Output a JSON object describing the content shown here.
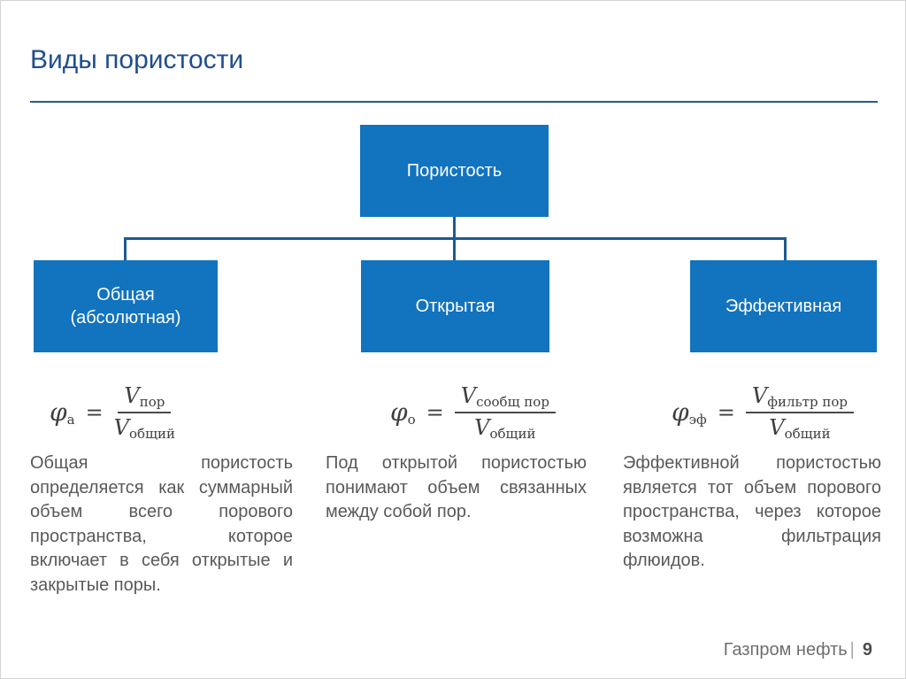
{
  "slide": {
    "title": "Виды пористости",
    "footer": {
      "brand": "Газпром нефть",
      "separator": "|",
      "page": "9"
    }
  },
  "colors": {
    "box_blue": "#1273BE",
    "connector_blue": "#1C5A94",
    "title_blue": "#1F4E8F",
    "body_text_gray": "#595959",
    "formula_gray": "#3F3F3F"
  },
  "diagram": {
    "root": {
      "label": "Пористость"
    },
    "children": [
      {
        "label": "Общая (абсолютная)"
      },
      {
        "label": "Открытая"
      },
      {
        "label": "Эффективная"
      }
    ]
  },
  "columns": [
    {
      "formula": {
        "lhs_base": "φ",
        "lhs_sub": "а",
        "relation": "=",
        "numerator_base": "V",
        "numerator_sub": "пор",
        "denominator_base": "V",
        "denominator_sub": "общий"
      },
      "description": "Общая пористость определяется как суммарный объем всего порового пространства, которое включает в себя открытые и закрытые поры."
    },
    {
      "formula": {
        "lhs_base": "φ",
        "lhs_sub": "о",
        "relation": "=",
        "numerator_base": "V",
        "numerator_sub": "сообщ пор",
        "denominator_base": "V",
        "denominator_sub": "общий"
      },
      "description": "Под открытой пористостью понимают объем связанных между собой пор."
    },
    {
      "formula": {
        "lhs_base": "φ",
        "lhs_sub": "эф",
        "relation": "=",
        "numerator_base": "V",
        "numerator_sub": "фильтр пор",
        "denominator_base": "V",
        "denominator_sub": "общий"
      },
      "description": "Эффективной пористостью является тот объем порового пространства, через которое возможна фильтрация флюидов."
    }
  ]
}
